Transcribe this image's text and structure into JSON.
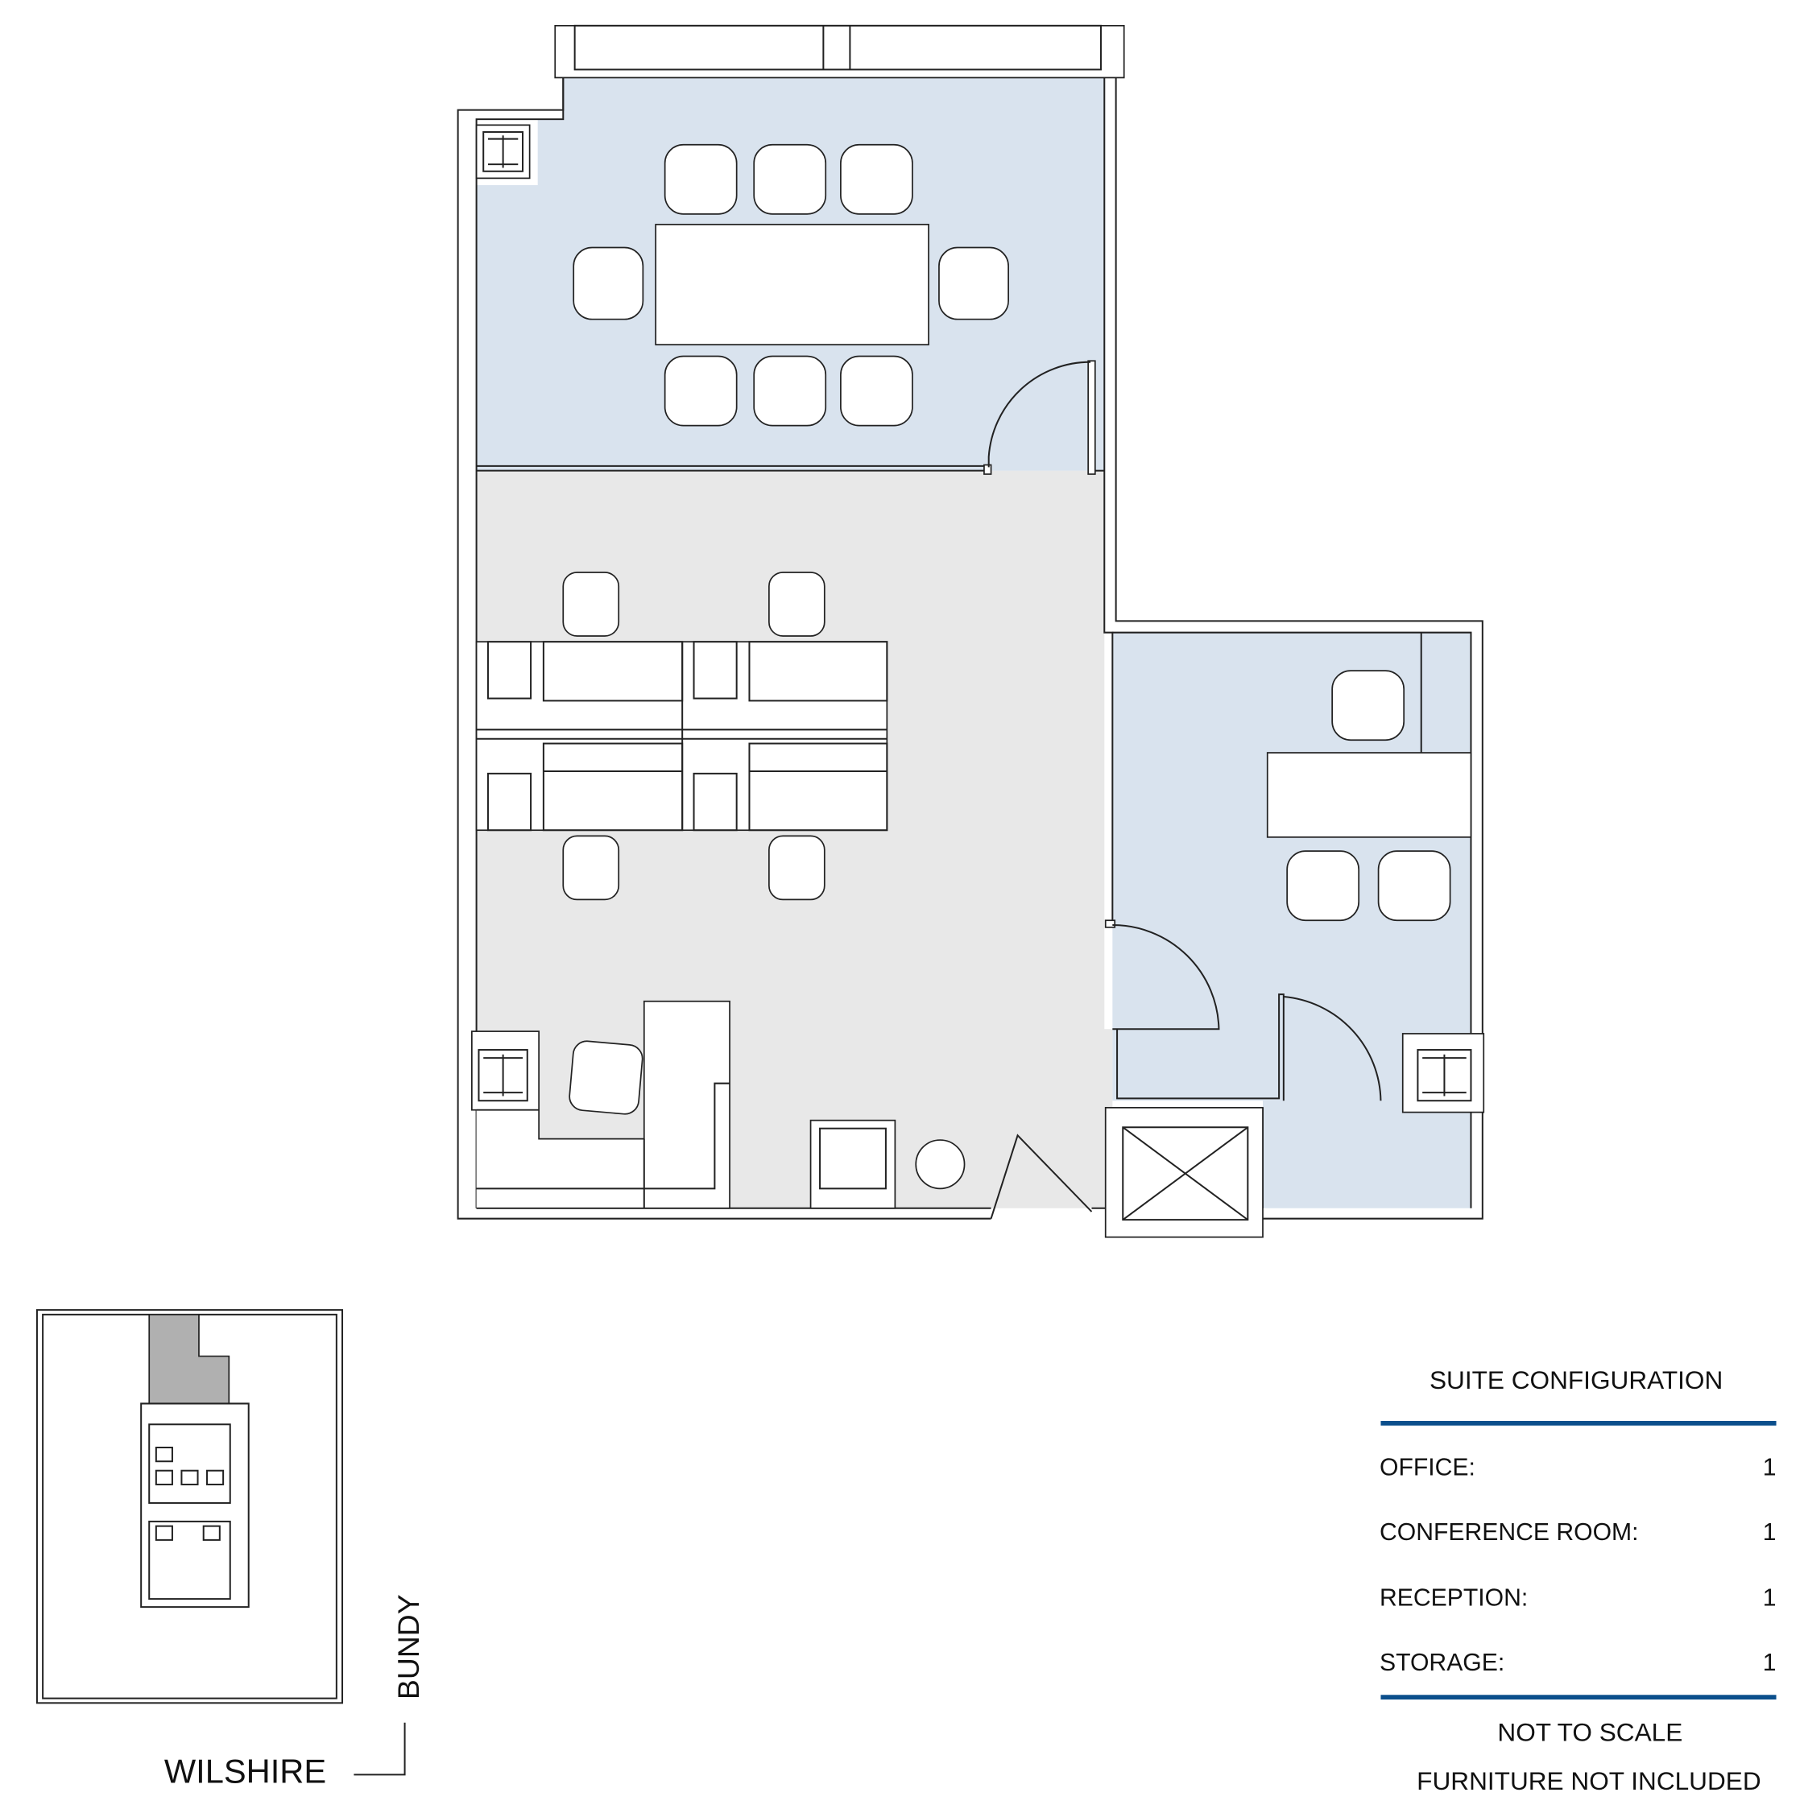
{
  "colors": {
    "room_blue": "#d9e3ee",
    "common_gray": "#e8e8e8",
    "accent_line": "#0b4f8c",
    "key_suite": "#b0b0b0"
  },
  "legend": {
    "title": "SUITE CONFIGURATION",
    "rows": [
      {
        "label": "OFFICE:",
        "value": "1"
      },
      {
        "label": "CONFERENCE ROOM:",
        "value": "1"
      },
      {
        "label": "RECEPTION:",
        "value": "1"
      },
      {
        "label": "STORAGE:",
        "value": "1"
      }
    ],
    "note1": "NOT TO SCALE",
    "note2": "FURNITURE NOT INCLUDED"
  },
  "key_plan": {
    "street_bottom": "WILSHIRE",
    "street_right": "BUNDY"
  }
}
